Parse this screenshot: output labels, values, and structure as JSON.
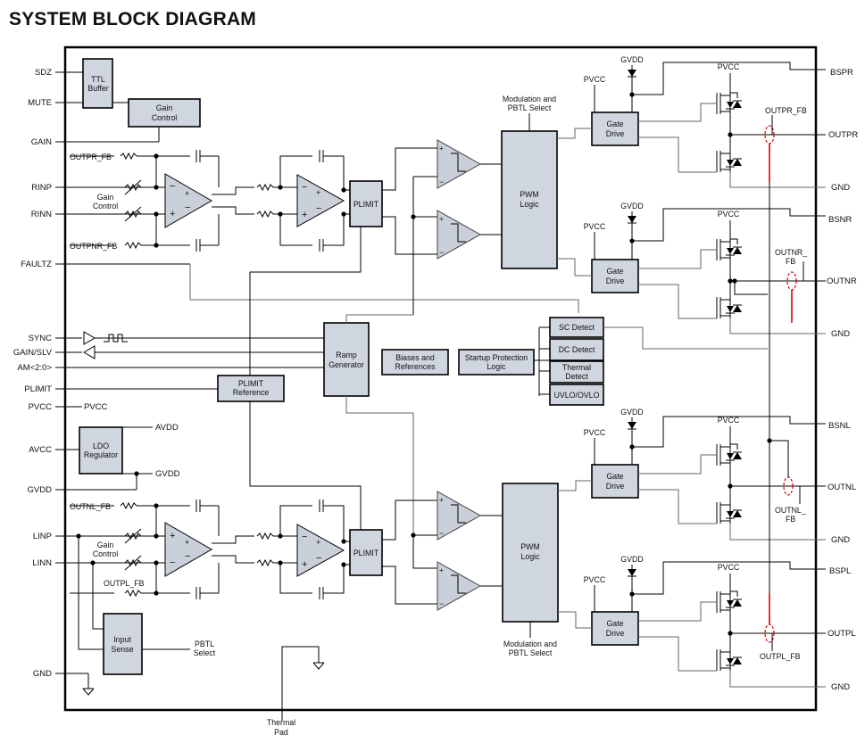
{
  "title": "SYSTEM BLOCK DIAGRAM",
  "left_pins": {
    "sdz": "SDZ",
    "mute": "MUTE",
    "gain": "GAIN",
    "rinp": "RINP",
    "rinn": "RINN",
    "faultz": "FAULTZ",
    "sync": "SYNC",
    "gain_slv": "GAIN/SLV",
    "am": "AM<2:0>",
    "plimit": "PLIMIT",
    "pvcc": "PVCC",
    "avcc": "AVCC",
    "gvdd": "GVDD",
    "linp": "LINP",
    "linn": "LINN",
    "gnd": "GND"
  },
  "right_pins": {
    "bspr": "BSPR",
    "outpr": "OUTPR",
    "gnd1": "GND",
    "bsnr": "BSNR",
    "outnr": "OUTNR",
    "gnd2": "GND",
    "bsnl": "BSNL",
    "outnl": "OUTNL",
    "gnd3": "GND",
    "bspl": "BSPL",
    "outpl": "OUTPL",
    "gnd4": "GND"
  },
  "blocks": {
    "ttl_buffer": [
      "TTL",
      "Buffer"
    ],
    "gain_control": [
      "Gain",
      "Control"
    ],
    "plimit_top": "PLIMIT",
    "plimit_bottom": "PLIMIT",
    "pwm_top": [
      "PWM",
      "Logic"
    ],
    "pwm_bottom": [
      "PWM",
      "Logic"
    ],
    "gate_drive": [
      "Gate",
      "Drive"
    ],
    "ramp_generator": [
      "Ramp",
      "Generator"
    ],
    "biases": [
      "Biases and",
      "References"
    ],
    "startup": [
      "Startup Protection",
      "Logic"
    ],
    "sc_detect": "SC Detect",
    "dc_detect": "DC Detect",
    "thermal_detect": [
      "Thermal",
      "Detect"
    ],
    "uvlo_ovlo": "UVLO/OVLO",
    "plimit_reference": [
      "PLIMIT",
      "Reference"
    ],
    "ldo_regulator": [
      "LDO",
      "Regulator"
    ],
    "input_sense": [
      "Input",
      "Sense"
    ]
  },
  "labels": {
    "outpr_fb_in": "OUTPR_FB",
    "outpnr_fb_in": "OUTPNR_FB",
    "outnl_fb_in": "OUTNL_FB",
    "outpl_fb_in": "OUTPL_FB",
    "gain_ctrl": [
      "Gain",
      "Control"
    ],
    "mod_top": [
      "Modulation and",
      "PBTL Select"
    ],
    "mod_bottom": [
      "Modulation and",
      "PBTL Select"
    ],
    "pvcc": "PVCC",
    "gvdd": "GVDD",
    "avdd": "AVDD",
    "gvdd_out": "GVDD",
    "pvcc_out": "PVCC",
    "pbtl_select": [
      "PBTL",
      "Select"
    ],
    "thermal_pad": [
      "Thermal",
      "Pad"
    ],
    "outpr_fb": "OUTPR_FB",
    "outnr_fb": [
      "OUTNR_",
      "FB"
    ],
    "outnl_fb": [
      "OUTNL_",
      "FB"
    ],
    "outpl_fb": "OUTPL_FB"
  }
}
